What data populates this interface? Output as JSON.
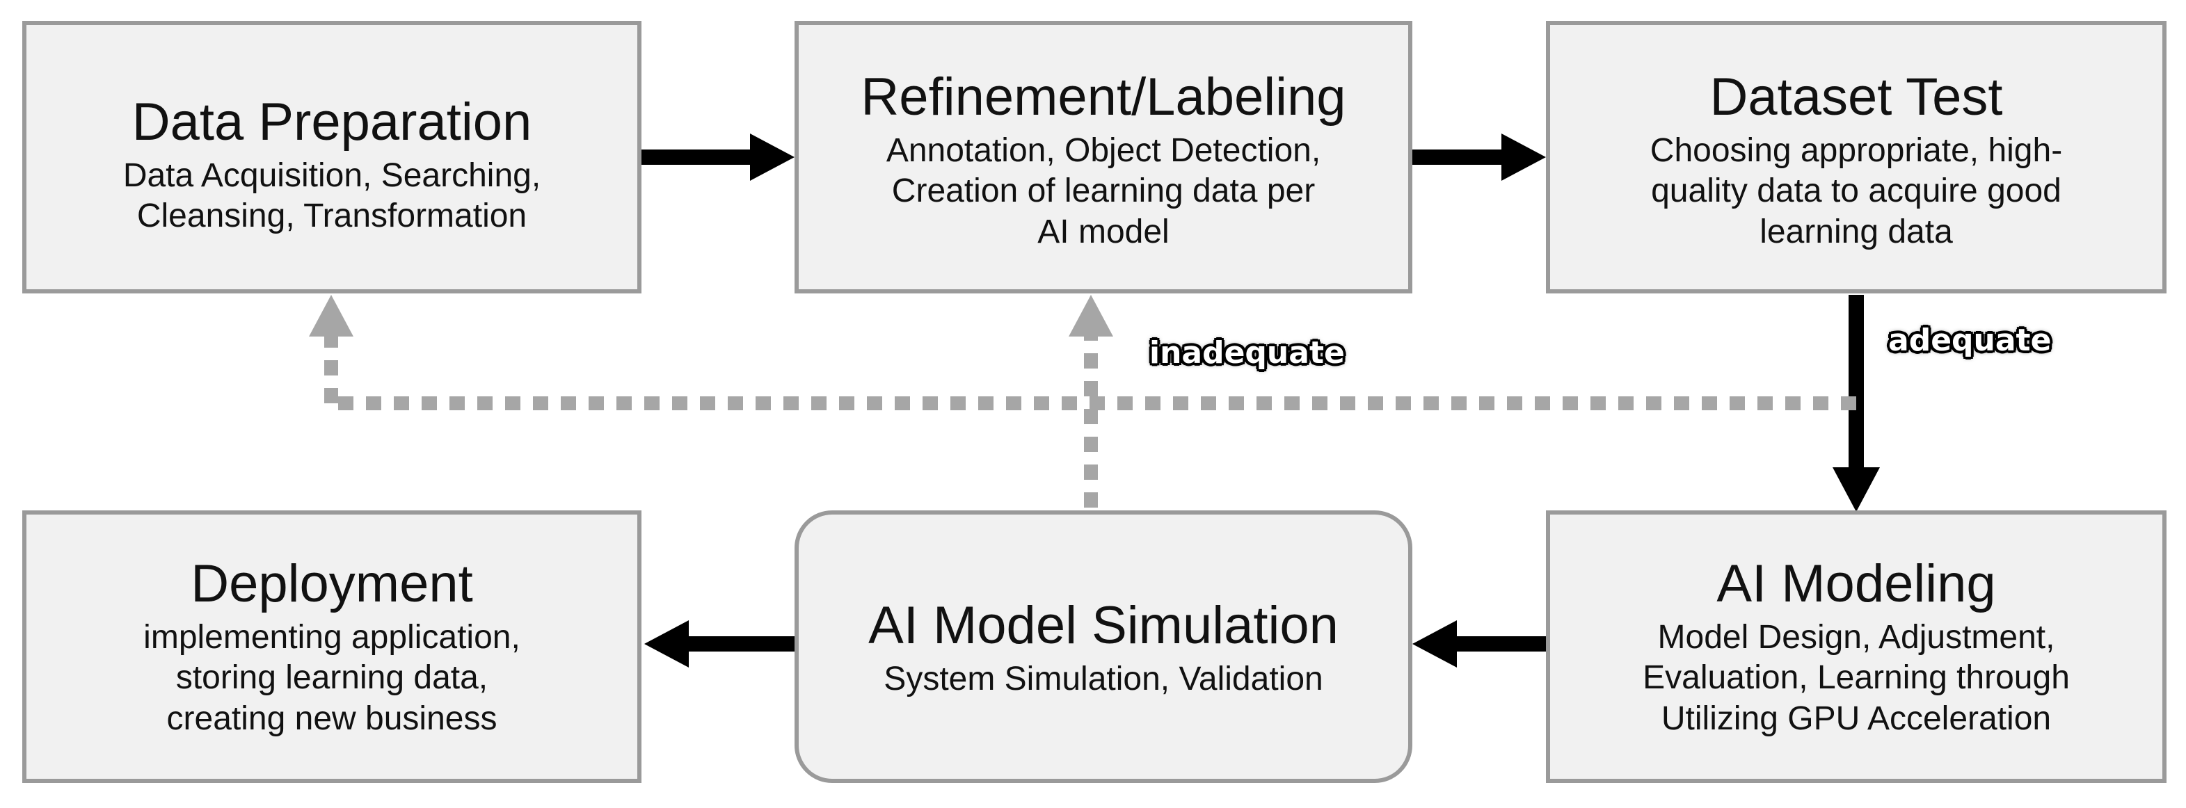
{
  "steps": {
    "data_preparation": {
      "title": "Data Preparation",
      "desc": [
        "Data Acquisition, Searching,",
        "Cleansing, Transformation"
      ]
    },
    "refinement_labeling": {
      "title": "Refinement/Labeling",
      "desc": [
        "Annotation, Object Detection,",
        "Creation of learning data per",
        "AI model"
      ]
    },
    "dataset_test": {
      "title": "Dataset Test",
      "desc": [
        "Choosing appropriate, high-",
        "quality data to acquire good",
        "learning data"
      ]
    },
    "deployment": {
      "title": "Deployment",
      "desc": [
        "implementing application,",
        "storing learning data,",
        "creating new business"
      ]
    },
    "ai_model_simulation": {
      "title": "AI Model Simulation",
      "desc": [
        "System Simulation, Validation"
      ]
    },
    "ai_modeling": {
      "title": "AI Modeling",
      "desc": [
        "Model Design, Adjustment,",
        "Evaluation, Learning through",
        "Utilizing GPU Acceleration"
      ]
    }
  },
  "conditions": {
    "inadequate": "inadequate",
    "adequate": "adequate"
  },
  "colors": {
    "box_fill": "#f1f1f1",
    "box_border": "#9a9a9a",
    "solid_arrow": "#000000",
    "feedback_arrow": "#a6a6a6"
  }
}
